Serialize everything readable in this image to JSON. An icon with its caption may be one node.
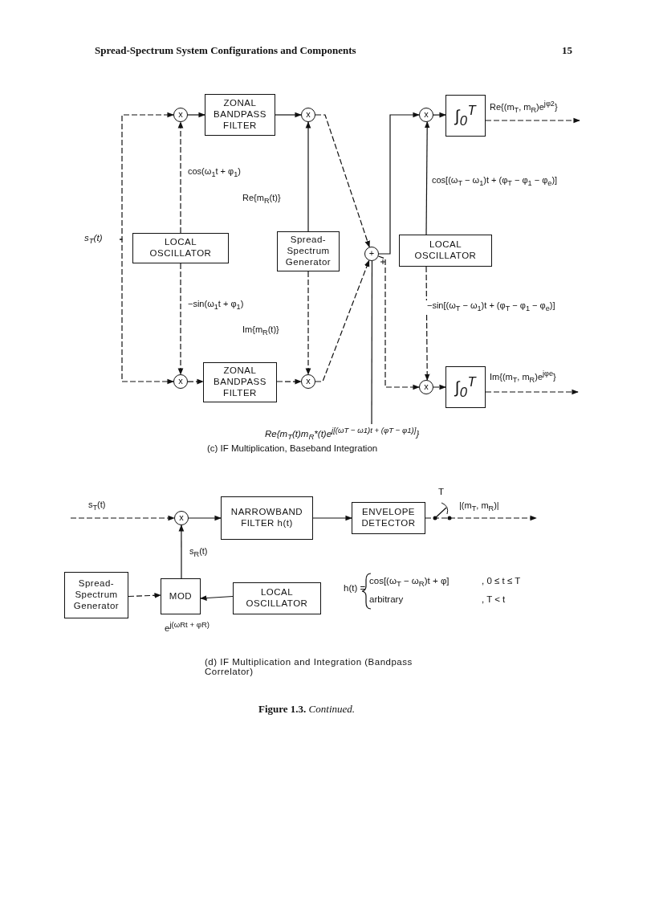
{
  "diagram": {
    "caption": "**Figure 1.3.** *Continued.*",
    "nodes": [
      {
        "text": [
          "s$_{T}$(t)"
        ]
      },
      {
        "text": [
          "x"
        ]
      },
      {
        "text": [
          "ZONAL BANDPASS FILTER"
        ]
      },
      {
        "text": [
          "x"
        ]
      },
      {
        "text": [
          "LOCAL OSCILLATOR"
        ]
      },
      {
        "text": [
          "Spread-Spectrum Generator"
        ]
      },
      {
        "text": [
          "x"
        ]
      },
      {
        "text": [
          "ZONAL BANDPASS FILTER"
        ]
      },
      {
        "text": [
          "x"
        ]
      },
      {
        "text": [
          "+"
        ]
      },
      {
        "text": [
          "x"
        ]
      },
      {
        "text": [
          "∫$_{0}$$^{T}$"
        ]
      },
      {
        "text": [
          "LOCAL OSCILLATOR"
        ]
      },
      {
        "text": [
          "x"
        ]
      },
      {
        "text": [
          "∫$_{0}$$^{T}$"
        ]
      },
      {
        "text": [
          "Re{m$_{T}$(t)m$_{R}$*(t)e$^{j[(ωT − ω1)t + (φT − φ1)]}$}"
        ]
      },
      {
        "text": [
          "x"
        ]
      },
      {
        "text": [
          "NARROWBAND FILTER h(t)"
        ]
      },
      {
        "text": [
          "ENVELOPE DETECTOR"
        ]
      },
      {
        "text": [
          "Spread-Spectrum Generator"
        ]
      },
      {
        "text": [
          "MOD"
        ]
      },
      {
        "text": [
          "LOCAL OSCILLATOR"
        ]
      }
    ],
    "edges": [
      {
        "from": 0,
        "to": 1,
        "arrow": "to",
        "style": "dashed"
      },
      {
        "from": 0,
        "to": 6,
        "arrow": "to",
        "style": "dashed"
      },
      {
        "from": 4,
        "to": 1,
        "arrow": "to",
        "style": "dashed",
        "label": "cos(ω$_{1}$t + φ$_{1}$)"
      },
      {
        "from": 4,
        "to": 6,
        "arrow": "to",
        "style": "dashed",
        "label": "−sin(ω$_{1}$t + φ$_{1}$)"
      },
      {
        "from": 1,
        "to": 2,
        "arrow": "to"
      },
      {
        "from": 2,
        "to": 3,
        "arrow": "to"
      },
      {
        "from": 5,
        "to": 3,
        "arrow": "to",
        "label": "Re{m$_{R}$(t)}"
      },
      {
        "from": 5,
        "to": 8,
        "arrow": "to",
        "style": "dashed",
        "label": "Im{m$_{R}$(t)}"
      },
      {
        "from": 6,
        "to": 7,
        "arrow": "to",
        "style": "dashed"
      },
      {
        "from": 7,
        "to": 8,
        "arrow": "to",
        "style": "dashed"
      },
      {
        "from": 3,
        "to": 9,
        "arrow": "to",
        "style": "dashed"
      },
      {
        "from": 8,
        "to": 9,
        "arrow": "to",
        "style": "dashed"
      },
      {
        "from": 9,
        "to": 10,
        "arrow": "to"
      },
      {
        "from": 9,
        "to": 13,
        "arrow": "to",
        "style": "dashed"
      },
      {
        "from": 12,
        "to": 10,
        "arrow": "to",
        "label": "cos[(ω$_{T}$ − ω$_{1}$)t + (φ$_{T}$ − φ$_{1}$ − φ$_{e}$)]"
      },
      {
        "from": 12,
        "to": 13,
        "arrow": "to",
        "style": "dashed",
        "label": "−sin[(ω$_{T}$ − ω$_{1}$)t + (φ$_{T}$ − φ$_{1}$ − φ$_{e}$)]"
      },
      {
        "from": 10,
        "to": 11,
        "arrow": "to"
      },
      {
        "from": 13,
        "to": 14,
        "arrow": "to",
        "style": "dashed"
      },
      {
        "from": 11,
        "to": null,
        "arrow": "to",
        "style": "dashed",
        "label": "Re{(m$_{T}$, m$_{R}$)e$^{jφ2}$}"
      },
      {
        "from": 14,
        "to": null,
        "arrow": "to",
        "style": "dashed",
        "label": "Im{(m$_{T}$, m$_{R}$)e$^{jφe}$}"
      },
      {
        "from": 15,
        "to": 9,
        "arrow": "none"
      },
      {
        "from": null,
        "to": 16,
        "arrow": "to",
        "style": "dashed",
        "label": "s$_{T}$(t)"
      },
      {
        "from": 16,
        "to": 17,
        "arrow": "to"
      },
      {
        "from": 17,
        "to": 18,
        "arrow": "to"
      },
      {
        "from": 18,
        "to": null,
        "arrow": "to",
        "style": "dashed",
        "label": "|(m$_{T}$, m$_{R}$)|"
      },
      {
        "from": 20,
        "to": 16,
        "arrow": "to",
        "label": "s$_{R}$(t)"
      },
      {
        "from": 19,
        "to": 20,
        "arrow": "to",
        "style": "dashed"
      },
      {
        "from": 21,
        "to": 20,
        "arrow": "to"
      }
    ],
    "labels": [
      "Spread-Spectrum System Configurations and Components",
      "15",
      "(c) IF Multiplication, Baseband Integration",
      "T",
      "e$^{j(ωRt + φR)}$",
      "h(t) =",
      "cos[(ω$_{T}$ − ω$_{R}$)t + φ]",
      ", 0 ≤ t ≤ T",
      "arbitrary",
      ", T < t",
      "(d) IF Multiplication and Integration (Bandpass Correlator)"
    ]
  }
}
